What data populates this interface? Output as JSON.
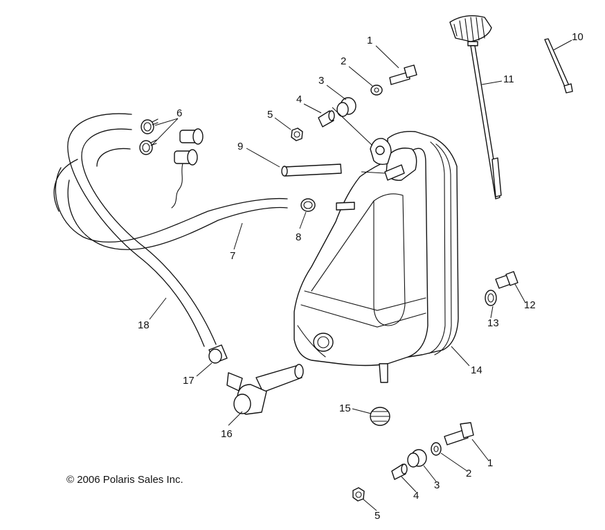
{
  "callouts": {
    "c1_top": "1",
    "c2_top": "2",
    "c3_top": "3",
    "c4_top": "4",
    "c5_top": "5",
    "c6": "6",
    "c7": "7",
    "c8": "8",
    "c9": "9",
    "c10": "10",
    "c11": "11",
    "c12": "12",
    "c13": "13",
    "c14": "14",
    "c15": "15",
    "c16": "16",
    "c17": "17",
    "c18": "18",
    "c1_bottom": "1",
    "c2_bottom": "2",
    "c3_bottom": "3",
    "c4_bottom": "4",
    "c5_bottom": "5"
  },
  "copyright": "© 2006 Polaris Sales Inc."
}
